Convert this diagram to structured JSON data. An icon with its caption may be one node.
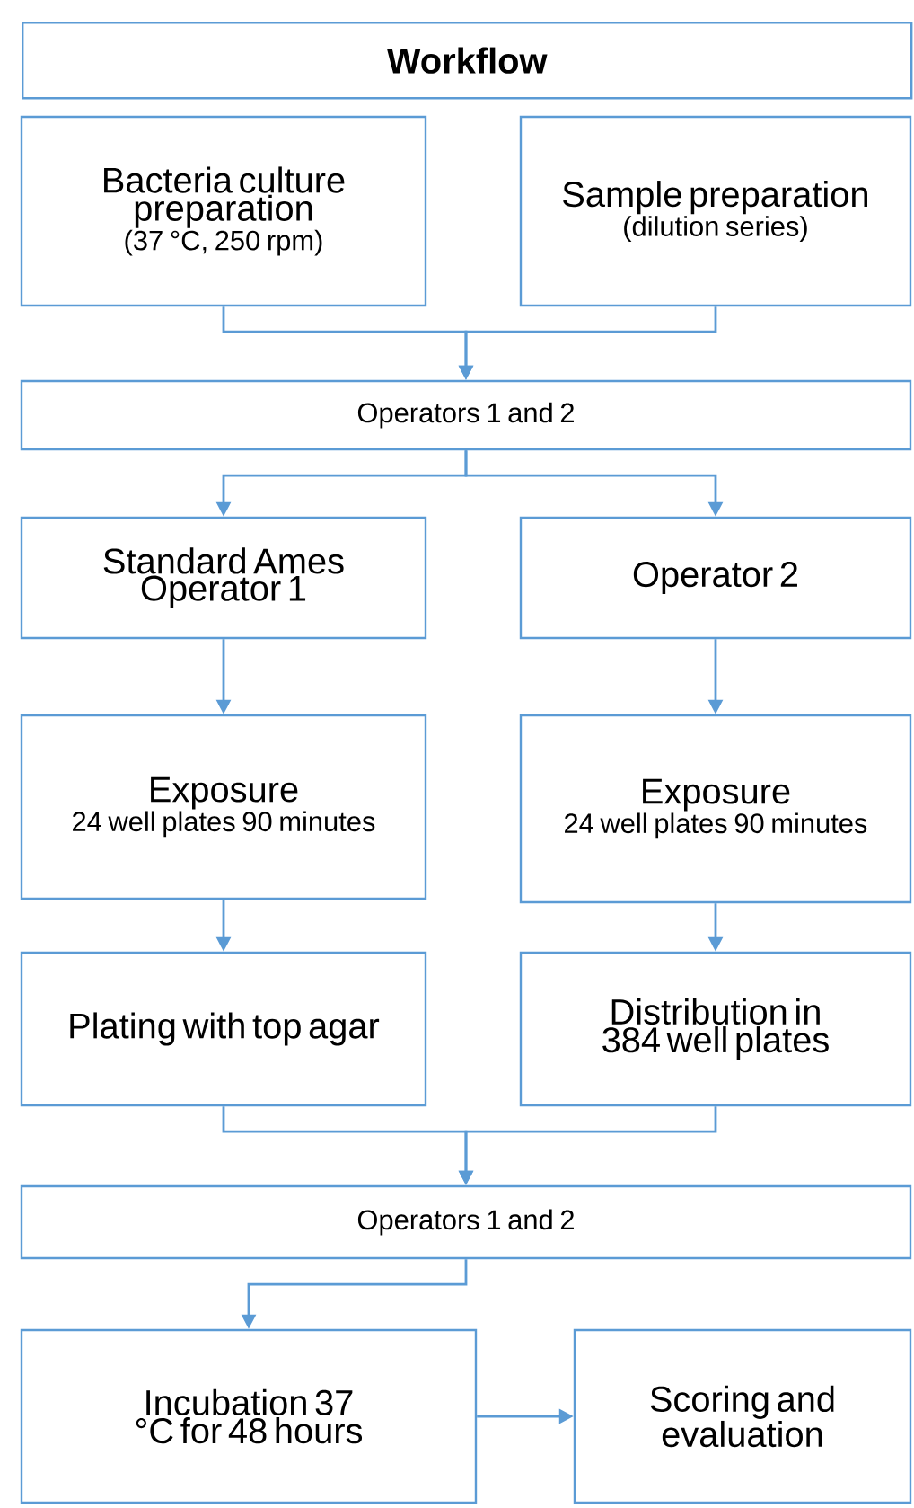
{
  "diagram": {
    "title": "Workflow",
    "nodes": [
      {
        "text": [
          "Bacteria culture preparation",
          "(37 °C, 250 rpm)"
        ]
      },
      {
        "text": [
          "Sample preparation",
          "(dilution series)"
        ]
      },
      {
        "text": [
          "Operators 1 and 2"
        ]
      },
      {
        "text": [
          "Standard Ames Operator 1"
        ]
      },
      {
        "text": [
          "Operator 2"
        ]
      },
      {
        "text": [
          "Exposure",
          "24 well plates 90 minutes"
        ]
      },
      {
        "text": [
          "Exposure",
          "24 well plates 90 minutes"
        ]
      },
      {
        "text": [
          "Plating with top agar"
        ]
      },
      {
        "text": [
          "Distribution in 384 well plates"
        ]
      },
      {
        "text": [
          "Operators 1 and 2"
        ]
      },
      {
        "text": [
          "Incubation 37 °C for 48 hours"
        ]
      },
      {
        "text": [
          "Scoring and evaluation"
        ]
      }
    ],
    "edges": [
      {
        "from": 0,
        "to": 2,
        "arrow": "to"
      },
      {
        "from": 1,
        "to": 2,
        "arrow": "to"
      },
      {
        "from": 2,
        "to": 3,
        "arrow": "to"
      },
      {
        "from": 2,
        "to": 4,
        "arrow": "to"
      },
      {
        "from": 3,
        "to": 5,
        "arrow": "to"
      },
      {
        "from": 4,
        "to": 6,
        "arrow": "to"
      },
      {
        "from": 5,
        "to": 7,
        "arrow": "to"
      },
      {
        "from": 6,
        "to": 8,
        "arrow": "to"
      },
      {
        "from": 7,
        "to": 9,
        "arrow": "to"
      },
      {
        "from": 8,
        "to": 9,
        "arrow": "to"
      },
      {
        "from": 9,
        "to": 10,
        "arrow": "to"
      },
      {
        "from": 10,
        "to": 11,
        "arrow": "to"
      }
    ]
  }
}
